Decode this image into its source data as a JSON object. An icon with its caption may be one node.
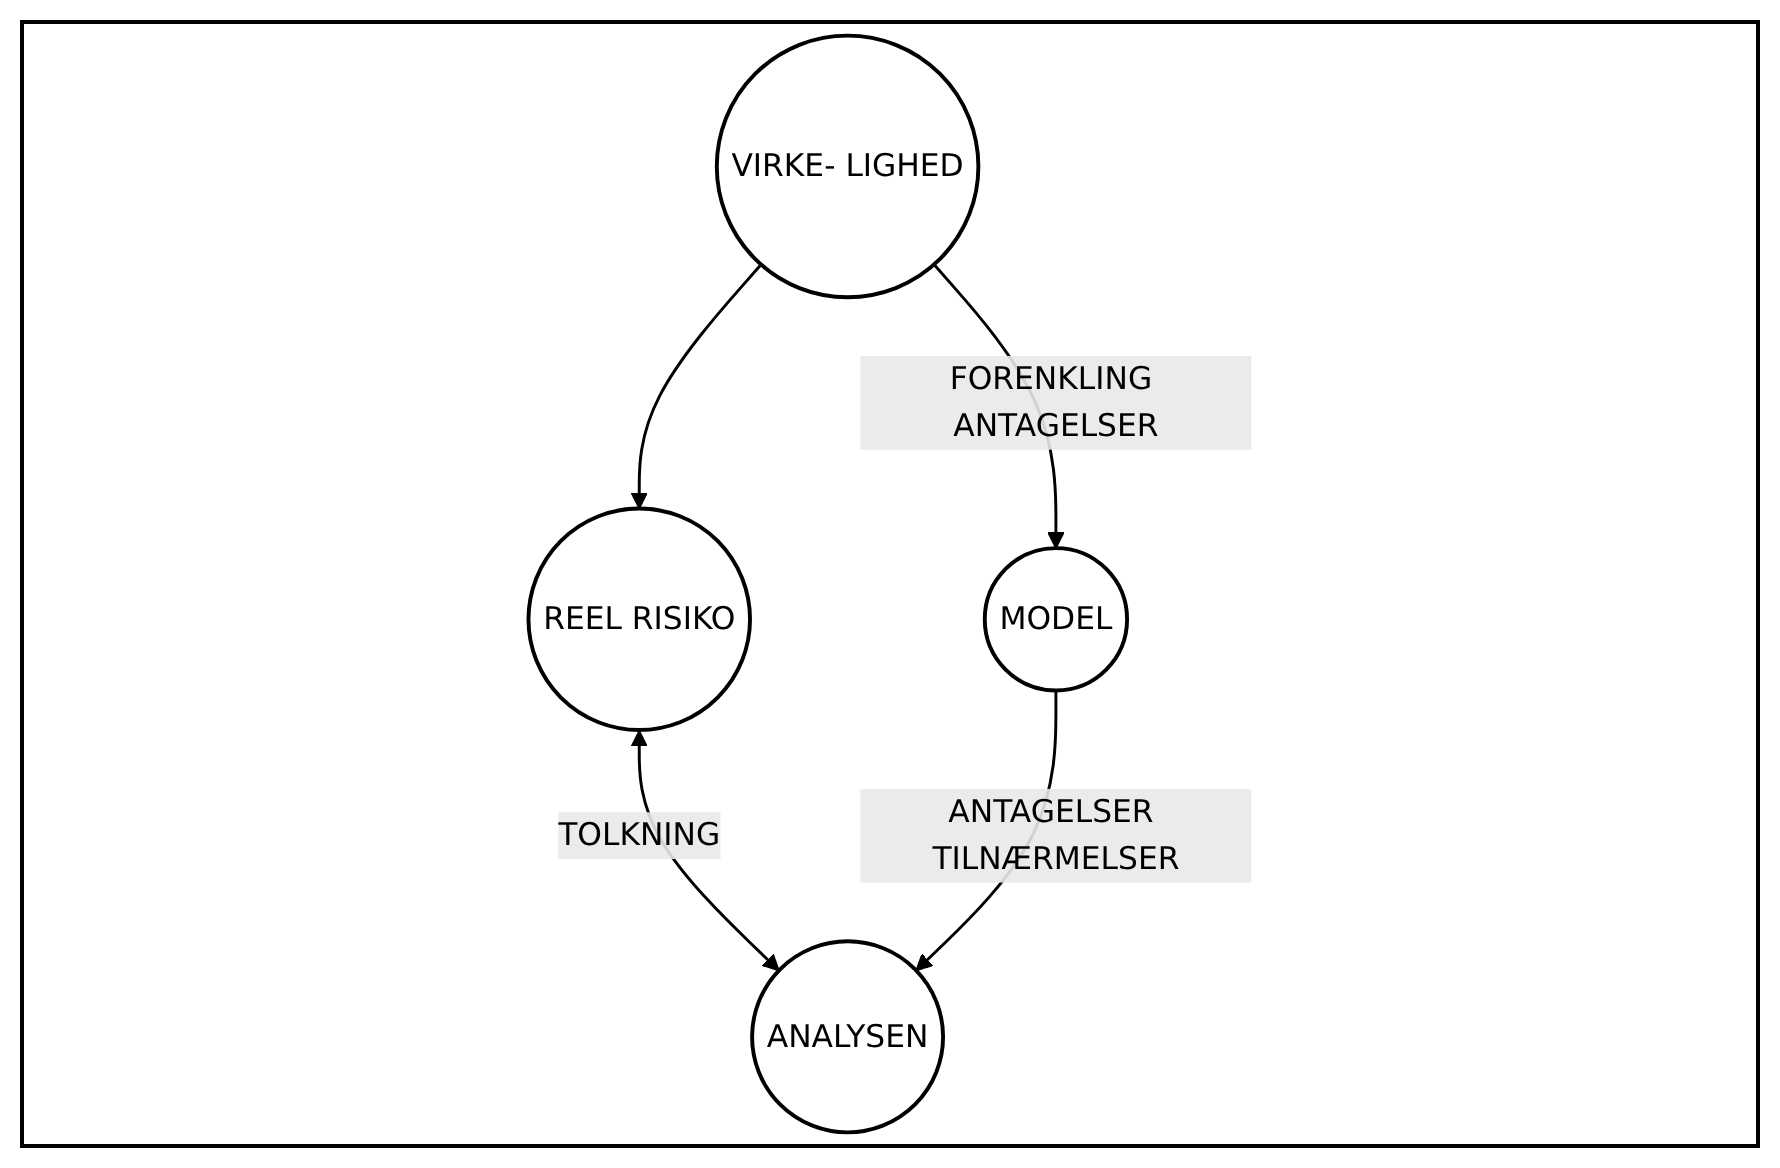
{
  "diagram": {
    "nodes": [
      {
        "text": [
          "VIRKE- LIGHED"
        ]
      },
      {
        "text": [
          "REEL RISIKO"
        ]
      },
      {
        "text": [
          "MODEL"
        ]
      },
      {
        "text": [
          "ANALYSEN"
        ]
      }
    ],
    "edges": [
      {
        "from": 0,
        "to": 1,
        "arrow": "to"
      },
      {
        "from": 0,
        "to": 2,
        "arrow": "to",
        "label": "FORENKLING ANTAGELSER"
      },
      {
        "from": 1,
        "to": 3,
        "arrow": "both",
        "label": "TOLKNING"
      },
      {
        "from": 2,
        "to": 3,
        "arrow": "to",
        "label": "ANTAGELSER TILNÆRMELSER"
      }
    ]
  }
}
